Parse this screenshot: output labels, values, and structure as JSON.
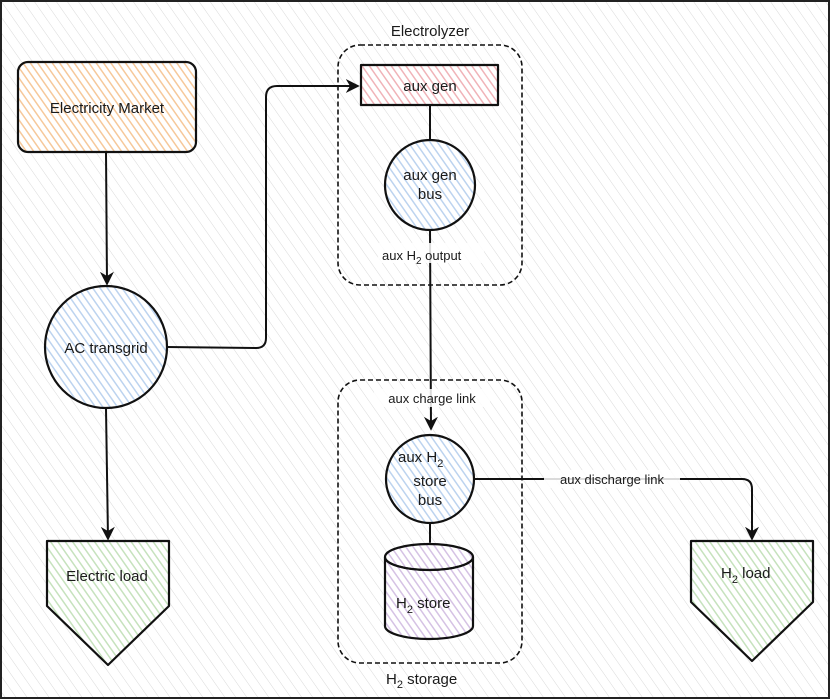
{
  "groups": {
    "electrolyzer": "Electrolyzer",
    "storage": "H",
    "storage_sub": "2",
    "storage_tail": " storage"
  },
  "nodes": {
    "market": "Electricity Market",
    "transgrid": "AC transgrid",
    "electric_load": "Electric load",
    "aux_gen": "aux gen",
    "aux_gen_bus_l1": "aux gen",
    "aux_gen_bus_l2": "bus",
    "store_bus_l1": "aux H",
    "store_bus_l1_sub": "2",
    "store_bus_l2": "store",
    "store_bus_l3": "bus",
    "h2_store": "H",
    "h2_store_sub": "2",
    "h2_store_tail": " store",
    "h2_load": "H",
    "h2_load_sub": "2",
    "h2_load_tail": " load"
  },
  "edges": {
    "aux_output": "aux H",
    "aux_output_sub": "2",
    "aux_output_tail": " output",
    "charge_link": "aux charge link",
    "discharge_link": "aux discharge link"
  },
  "colors": {
    "market": "#fce5cd",
    "aux_gen": "#f8d7da",
    "bus": "#dce8f7",
    "load": "#dff0d8",
    "store": "#e8dcf0"
  }
}
